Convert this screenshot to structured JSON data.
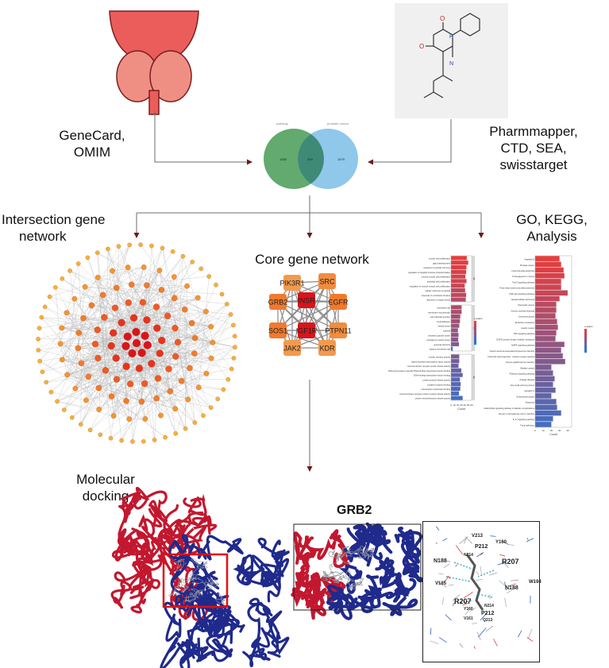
{
  "source_labels": {
    "gene_db": [
      "GeneCard,",
      "OMIM"
    ],
    "target_db": [
      "Pharmmapper,",
      "CTD, SEA,",
      "swisstarget"
    ]
  },
  "venn": {
    "left_title": "pathway",
    "right_title": "prostate cancer",
    "left_only": "1450",
    "overlap": "209",
    "right_only": "1479"
  },
  "section_titles": {
    "intersection": [
      "Intersection gene",
      "network"
    ],
    "core": "Core gene network",
    "enrichment": [
      "GO, KEGG,",
      "Analysis"
    ],
    "docking": [
      "Molecular",
      "docking"
    ],
    "zoom_protein": "GRB2"
  },
  "core_genes": [
    "PIK3R1",
    "SRC",
    "GRB2",
    "INSR",
    "EGFR",
    "SOS1",
    "IGF1R",
    "PTPN11",
    "JAK2",
    "KDR"
  ],
  "residue_labels": [
    "V213",
    "Y160",
    "P212",
    "N214",
    "R207",
    "N188",
    "W194",
    "V185",
    "R207",
    "Y160",
    "N214",
    "V161",
    "P212",
    "Q213",
    "N188",
    "W194"
  ],
  "go_chart": {
    "legend_title": "p.adjust",
    "xlabel": "Count",
    "ticks": [
      "0",
      "10",
      "20",
      "30",
      "40",
      "50",
      "60"
    ],
    "facets": [
      "BP",
      "CC",
      "MF"
    ],
    "bp": [
      {
        "term": "muscle cell proliferation",
        "value": 46
      },
      {
        "term": "gland development",
        "value": 50
      },
      {
        "term": "response to peptide hormone",
        "value": 45
      },
      {
        "term": "regulation of peptidyl-tyrosine phosphorylation",
        "value": 44
      },
      {
        "term": "smooth muscle cell proliferation",
        "value": 42
      },
      {
        "term": "epithelial cell proliferation",
        "value": 45
      },
      {
        "term": "regulation of smooth muscle cell proliferation",
        "value": 40
      },
      {
        "term": "cellular response to peptide",
        "value": 41
      },
      {
        "term": "response to xenobiotic stimulus",
        "value": 44
      },
      {
        "term": "response to oxygen levels",
        "value": 43
      }
    ],
    "cc": [
      {
        "term": "membrane raft",
        "value": 31
      },
      {
        "term": "membrane microdomain",
        "value": 31
      },
      {
        "term": "cell-substrate junction",
        "value": 27
      },
      {
        "term": "focal adhesion",
        "value": 26
      },
      {
        "term": "vesicle lumen",
        "value": 24
      },
      {
        "term": "caveola",
        "value": 20
      },
      {
        "term": "secretory granule lumen",
        "value": 22
      },
      {
        "term": "cytoplasmic vesicle lumen",
        "value": 21
      },
      {
        "term": "neuronal cell body",
        "value": 23
      },
      {
        "term": "plasma membrane raft",
        "value": 5
      }
    ],
    "mf": [
      {
        "term": "nuclear receptor activity",
        "value": 24
      },
      {
        "term": "ligand-activated transcription factor activity",
        "value": 24
      },
      {
        "term": "transmembrane receptor protein kinase activity",
        "value": 22
      },
      {
        "term": "RNA polymerase II-specific DNA-binding transcription factor binding",
        "value": 30
      },
      {
        "term": "DNA-binding transcription factor binding",
        "value": 34
      },
      {
        "term": "protein tyrosine kinase activity",
        "value": 26
      },
      {
        "term": "cytokine receptor binding",
        "value": 28
      },
      {
        "term": "transcription coactivator binding",
        "value": 27
      },
      {
        "term": "transmembrane receptor protein tyrosine kinase activity",
        "value": 23
      },
      {
        "term": "protein serine/threonine kinase activity",
        "value": 34
      }
    ]
  },
  "kegg_chart": {
    "legend_title": "p.adjust",
    "xlabel": "Count",
    "ticks": [
      "0",
      "10",
      "20",
      "30",
      "40"
    ],
    "items": [
      {
        "term": "Hepatitis B",
        "value": 30
      },
      {
        "term": "Prostate cancer",
        "value": 32
      },
      {
        "term": "Lipid and atherosclerosis",
        "value": 35
      },
      {
        "term": "Proteoglycans in cancer",
        "value": 36
      },
      {
        "term": "FoxO signaling pathway",
        "value": 32
      },
      {
        "term": "Fluid shear stress and atherosclerosis",
        "value": 32
      },
      {
        "term": "PI3K-Akt signaling pathway",
        "value": 40
      },
      {
        "term": "Hepatocellular carcinoma",
        "value": 30
      },
      {
        "term": "Pancreatic cancer",
        "value": 26
      },
      {
        "term": "Chronic myeloid leukemia",
        "value": 26
      },
      {
        "term": "Colorectal cancer",
        "value": 25
      },
      {
        "term": "Endocrine resistance",
        "value": 27
      },
      {
        "term": "Gastric cancer",
        "value": 28
      },
      {
        "term": "TNF signaling pathway",
        "value": 26
      },
      {
        "term": "EGFR tyrosine kinase inhibitor resistance",
        "value": 25
      },
      {
        "term": "MAPK signaling pathway",
        "value": 36
      },
      {
        "term": "Kaposi sarcoma-associated herpesvirus infection",
        "value": 32
      },
      {
        "term": "Chemical carcinogenesis - reactive oxygen species",
        "value": 34
      },
      {
        "term": "Human papillomavirus infection",
        "value": 37
      },
      {
        "term": "Bladder cancer",
        "value": 20
      },
      {
        "term": "Prolactin signaling pathway",
        "value": 22
      },
      {
        "term": "Chagas disease",
        "value": 24
      },
      {
        "term": "Non-small cell lung cancer",
        "value": 22
      },
      {
        "term": "Hepatitis C",
        "value": 25
      },
      {
        "term": "Endometrial cancer",
        "value": 20
      },
      {
        "term": "Apoptosis",
        "value": 26
      },
      {
        "term": "AGE-RAGE signaling pathway in diabetic complications",
        "value": 27
      },
      {
        "term": "Human T-cell leukemia virus 1 infection",
        "value": 32
      },
      {
        "term": "IL-17 signaling pathway",
        "value": 22
      },
      {
        "term": "Focal adhesion",
        "value": 20
      }
    ]
  }
}
